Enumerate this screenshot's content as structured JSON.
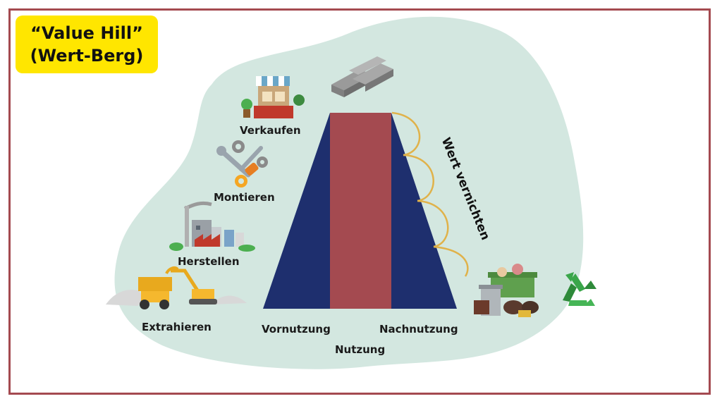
{
  "title": {
    "line1": "“Value Hill”",
    "line2": "(Wert-Berg)"
  },
  "stages": {
    "extract": "Extrahieren",
    "produce": "Herstellen",
    "assemble": "Montieren",
    "sell": "Verkaufen"
  },
  "phases": {
    "pre_use": "Vornutzung",
    "use": "Nutzung",
    "post_use": "Nachnutzung"
  },
  "annotation": "Wert vernichten",
  "colors": {
    "frame": "#a44a50",
    "background_blob": "#d3e7e0",
    "hill": "#1e2f6e",
    "use_band": "#a44a50",
    "loops": "#e0b24a",
    "title_bg": "#ffe600"
  },
  "icons": [
    "metal-bars-icon",
    "shop-icon",
    "tools-gears-icon",
    "factory-icon",
    "excavator-dump-truck-icon",
    "waste-bins-icon",
    "recycle-icon"
  ]
}
